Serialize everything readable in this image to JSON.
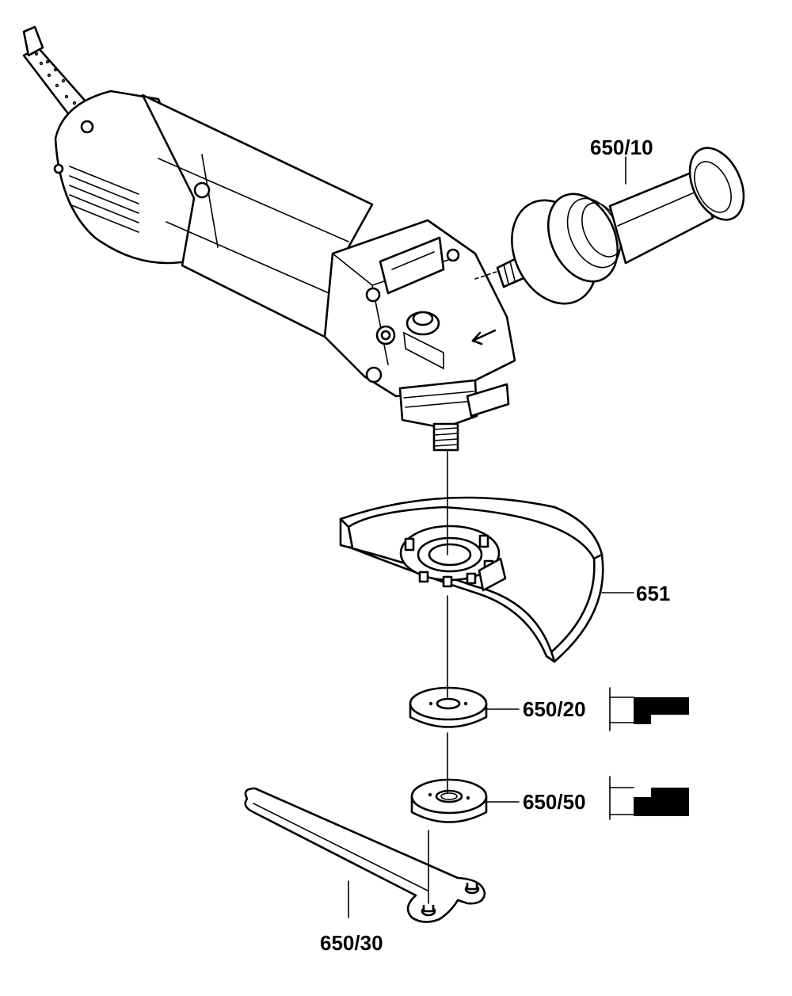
{
  "diagram": {
    "colors": {
      "line": "#000000",
      "background": "#ffffff"
    },
    "parts": [
      {
        "id": "auxiliary-handle",
        "label": "650/10"
      },
      {
        "id": "wheel-guard",
        "label": "651"
      },
      {
        "id": "backing-flange",
        "label": "650/20"
      },
      {
        "id": "clamping-nut",
        "label": "650/50"
      },
      {
        "id": "spanner-wrench",
        "label": "650/30"
      }
    ]
  }
}
